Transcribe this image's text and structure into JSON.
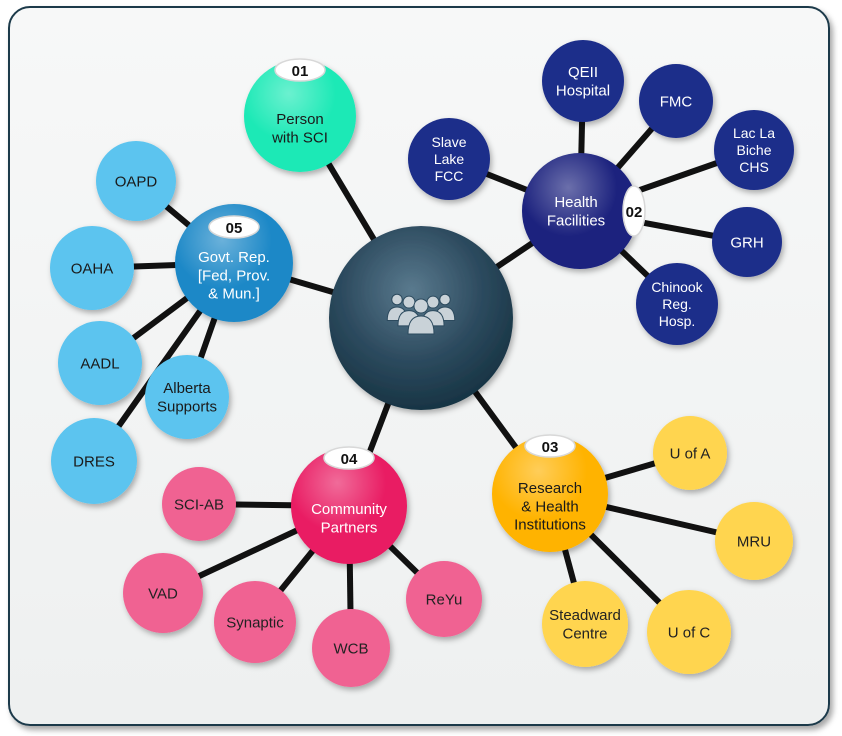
{
  "center": {
    "icon": "people-group-icon",
    "color": "#2c4a5e"
  },
  "hubs": [
    {
      "id": "01",
      "label": [
        "Person",
        "with SCI"
      ],
      "color": "#1de9b6",
      "text_color": "#1a1a1a"
    },
    {
      "id": "02",
      "label": [
        "Health",
        "Facilities"
      ],
      "color": "#1a237e",
      "text_color": "#ffffff"
    },
    {
      "id": "03",
      "label": [
        "Research",
        "& Health",
        "Institutions"
      ],
      "color": "#ffb300",
      "text_color": "#1a1a1a"
    },
    {
      "id": "04",
      "label": [
        "Community",
        "Partners"
      ],
      "color": "#e91e63",
      "text_color": "#ffffff"
    },
    {
      "id": "05",
      "label": [
        "Govt. Rep.",
        "[Fed, Prov.",
        "& Mun.]"
      ],
      "color": "#1e88c7",
      "text_color": "#ffffff"
    }
  ],
  "leaves": {
    "health_facilities": [
      {
        "label": [
          "QEII",
          "Hospital"
        ]
      },
      {
        "label": [
          "FMC"
        ]
      },
      {
        "label": [
          "Lac La",
          "Biche",
          "CHS"
        ]
      },
      {
        "label": [
          "GRH"
        ]
      },
      {
        "label": [
          "Chinook",
          "Reg.",
          "Hosp."
        ]
      },
      {
        "label": [
          "Slave",
          "Lake",
          "FCC"
        ]
      }
    ],
    "research": [
      {
        "label": [
          "U of A"
        ]
      },
      {
        "label": [
          "MRU"
        ]
      },
      {
        "label": [
          "U of C"
        ]
      },
      {
        "label": [
          "Steadward",
          "Centre"
        ]
      }
    ],
    "community": [
      {
        "label": [
          "SCI-AB"
        ]
      },
      {
        "label": [
          "VAD"
        ]
      },
      {
        "label": [
          "Synaptic"
        ]
      },
      {
        "label": [
          "WCB"
        ]
      },
      {
        "label": [
          "ReYu"
        ]
      }
    ],
    "government": [
      {
        "label": [
          "OAPD"
        ]
      },
      {
        "label": [
          "OAHA"
        ]
      },
      {
        "label": [
          "AADL"
        ]
      },
      {
        "label": [
          "Alberta",
          "Supports"
        ]
      },
      {
        "label": [
          "DRES"
        ]
      }
    ]
  },
  "colors": {
    "health_leaf": "#1f2f8a",
    "research_leaf": "#ffd54f",
    "community_leaf": "#f06292",
    "government_leaf": "#5bc4ef",
    "line": "#111111"
  }
}
